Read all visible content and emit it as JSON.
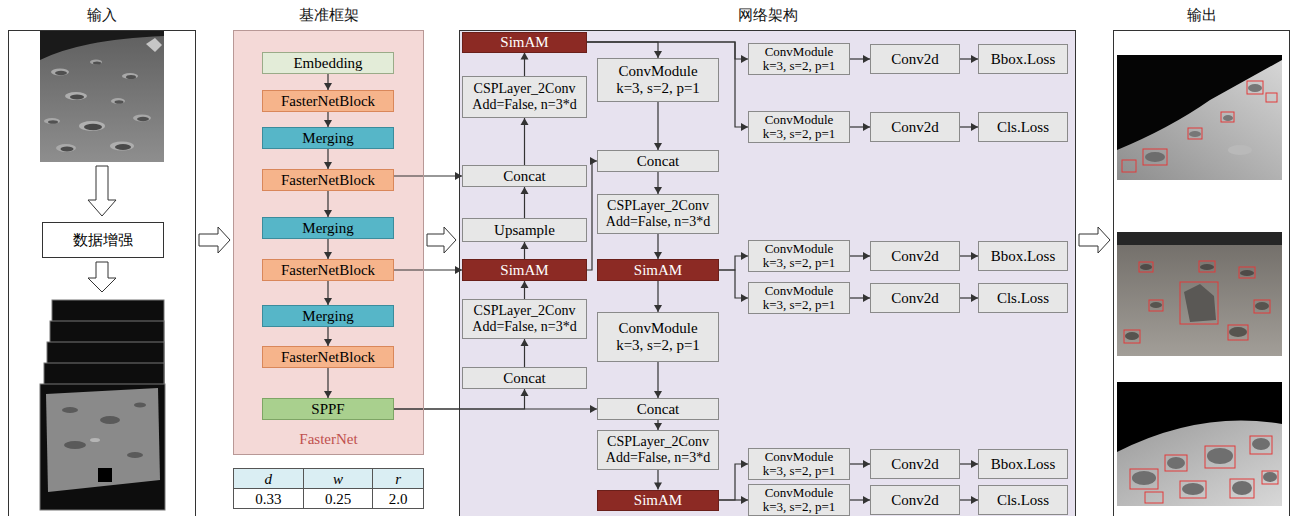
{
  "diagram": {
    "nodes": [
      {
        "text": [
          "输入"
        ]
      },
      {
        "text": [
          "数据增强"
        ],
        "in": 0
      },
      {
        "text": [
          "基准框架",
          "FasterNet"
        ]
      },
      {
        "text": [
          "Embedding"
        ],
        "in": 2
      },
      {
        "text": [
          "FasterNetBlock"
        ],
        "in": 2
      },
      {
        "text": [
          "Merging"
        ],
        "in": 2
      },
      {
        "text": [
          "FasterNetBlock"
        ],
        "in": 2
      },
      {
        "text": [
          "Merging"
        ],
        "in": 2
      },
      {
        "text": [
          "FasterNetBlock"
        ],
        "in": 2
      },
      {
        "text": [
          "Merging"
        ],
        "in": 2
      },
      {
        "text": [
          "FasterNetBlock"
        ],
        "in": 2
      },
      {
        "text": [
          "SPPF"
        ],
        "in": 2
      },
      {
        "text": [
          "网络架构"
        ]
      },
      {
        "text": [
          "SimAM"
        ],
        "in": 12
      },
      {
        "text": [
          "CSPLayer_2Conv Add=False, n=3*d"
        ],
        "in": 12
      },
      {
        "text": [
          "Concat"
        ],
        "in": 12
      },
      {
        "text": [
          "Upsample"
        ],
        "in": 12
      },
      {
        "text": [
          "SimAM"
        ],
        "in": 12
      },
      {
        "text": [
          "CSPLayer_2Conv Add=False, n=3*d"
        ],
        "in": 12
      },
      {
        "text": [
          "Concat"
        ],
        "in": 12
      },
      {
        "text": [
          "ConvModule k=3, s=2, p=1"
        ],
        "in": 12
      },
      {
        "text": [
          "Concat"
        ],
        "in": 12
      },
      {
        "text": [
          "CSPLayer_2Conv Add=False, n=3*d"
        ],
        "in": 12
      },
      {
        "text": [
          "SimAM"
        ],
        "in": 12
      },
      {
        "text": [
          "ConvModule k=3, s=2, p=1"
        ],
        "in": 12
      },
      {
        "text": [
          "Concat"
        ],
        "in": 12
      },
      {
        "text": [
          "CSPLayer_2Conv Add=False, n=3*d"
        ],
        "in": 12
      },
      {
        "text": [
          "SimAM"
        ],
        "in": 12
      },
      {
        "text": [
          "ConvModule k=3, s=2, p=1"
        ],
        "in": 12
      },
      {
        "text": [
          "ConvModule k=3, s=2, p=1"
        ],
        "in": 12
      },
      {
        "text": [
          "ConvModule k=3, s=2, p=1"
        ],
        "in": 12
      },
      {
        "text": [
          "ConvModule k=3, s=2, p=1"
        ],
        "in": 12
      },
      {
        "text": [
          "ConvModule k=3, s=2, p=1"
        ],
        "in": 12
      },
      {
        "text": [
          "ConvModule k=3, s=2, p=1"
        ],
        "in": 12
      },
      {
        "text": [
          "Conv2d"
        ],
        "in": 12
      },
      {
        "text": [
          "Conv2d"
        ],
        "in": 12
      },
      {
        "text": [
          "Conv2d"
        ],
        "in": 12
      },
      {
        "text": [
          "Conv2d"
        ],
        "in": 12
      },
      {
        "text": [
          "Conv2d"
        ],
        "in": 12
      },
      {
        "text": [
          "Conv2d"
        ],
        "in": 12
      },
      {
        "text": [
          "Bbox.Loss"
        ],
        "in": 12
      },
      {
        "text": [
          "Cls.Loss"
        ],
        "in": 12
      },
      {
        "text": [
          "Bbox.Loss"
        ],
        "in": 12
      },
      {
        "text": [
          "Cls.Loss"
        ],
        "in": 12
      },
      {
        "text": [
          "Bbox.Loss"
        ],
        "in": 12
      },
      {
        "text": [
          "Cls.Loss"
        ],
        "in": 12
      },
      {
        "text": [
          "输出"
        ]
      }
    ],
    "edges": [
      {
        "from": 0,
        "to": 2,
        "arrow": "to"
      },
      {
        "from": 2,
        "to": 12,
        "arrow": "to"
      },
      {
        "from": 12,
        "to": 46,
        "arrow": "to"
      },
      {
        "from": 3,
        "to": 4,
        "arrow": "to"
      },
      {
        "from": 4,
        "to": 5,
        "arrow": "to"
      },
      {
        "from": 5,
        "to": 6,
        "arrow": "to"
      },
      {
        "from": 6,
        "to": 7,
        "arrow": "to"
      },
      {
        "from": 7,
        "to": 8,
        "arrow": "to"
      },
      {
        "from": 8,
        "to": 9,
        "arrow": "to"
      },
      {
        "from": 9,
        "to": 10,
        "arrow": "to"
      },
      {
        "from": 10,
        "to": 11,
        "arrow": "to"
      },
      {
        "from": 6,
        "to": 15,
        "arrow": "to"
      },
      {
        "from": 8,
        "to": 17,
        "arrow": "to"
      },
      {
        "from": 11,
        "to": 19,
        "arrow": "to"
      },
      {
        "from": 11,
        "to": 25,
        "arrow": "to"
      },
      {
        "from": 19,
        "to": 18,
        "arrow": "to"
      },
      {
        "from": 18,
        "to": 17,
        "arrow": "to"
      },
      {
        "from": 17,
        "to": 16,
        "arrow": "to"
      },
      {
        "from": 16,
        "to": 15,
        "arrow": "to"
      },
      {
        "from": 15,
        "to": 14,
        "arrow": "to"
      },
      {
        "from": 14,
        "to": 13,
        "arrow": "to"
      },
      {
        "from": 17,
        "to": 21,
        "arrow": "to"
      },
      {
        "from": 13,
        "to": 20,
        "arrow": "to"
      },
      {
        "from": 13,
        "to": 28,
        "arrow": "to"
      },
      {
        "from": 13,
        "to": 29,
        "arrow": "to"
      },
      {
        "from": 20,
        "to": 21,
        "arrow": "to"
      },
      {
        "from": 21,
        "to": 22,
        "arrow": "to"
      },
      {
        "from": 22,
        "to": 23,
        "arrow": "to"
      },
      {
        "from": 23,
        "to": 24,
        "arrow": "to"
      },
      {
        "from": 24,
        "to": 25,
        "arrow": "to"
      },
      {
        "from": 25,
        "to": 26,
        "arrow": "to"
      },
      {
        "from": 26,
        "to": 27,
        "arrow": "to"
      },
      {
        "from": 23,
        "to": 30,
        "arrow": "to"
      },
      {
        "from": 23,
        "to": 31,
        "arrow": "to"
      },
      {
        "from": 27,
        "to": 32,
        "arrow": "to"
      },
      {
        "from": 27,
        "to": 33,
        "arrow": "to"
      },
      {
        "from": 28,
        "to": 34,
        "arrow": "to"
      },
      {
        "from": 29,
        "to": 35,
        "arrow": "to"
      },
      {
        "from": 30,
        "to": 36,
        "arrow": "to"
      },
      {
        "from": 31,
        "to": 37,
        "arrow": "to"
      },
      {
        "from": 32,
        "to": 38,
        "arrow": "to"
      },
      {
        "from": 33,
        "to": 39,
        "arrow": "to"
      },
      {
        "from": 34,
        "to": 40,
        "arrow": "to"
      },
      {
        "from": 35,
        "to": 41,
        "arrow": "to"
      },
      {
        "from": 36,
        "to": 42,
        "arrow": "to"
      },
      {
        "from": 37,
        "to": 43,
        "arrow": "to"
      },
      {
        "from": 38,
        "to": 44,
        "arrow": "to"
      },
      {
        "from": 39,
        "to": 45,
        "arrow": "to"
      }
    ],
    "labels": [
      "d",
      "w",
      "r",
      "0.33",
      "0.25",
      "2.0"
    ]
  }
}
